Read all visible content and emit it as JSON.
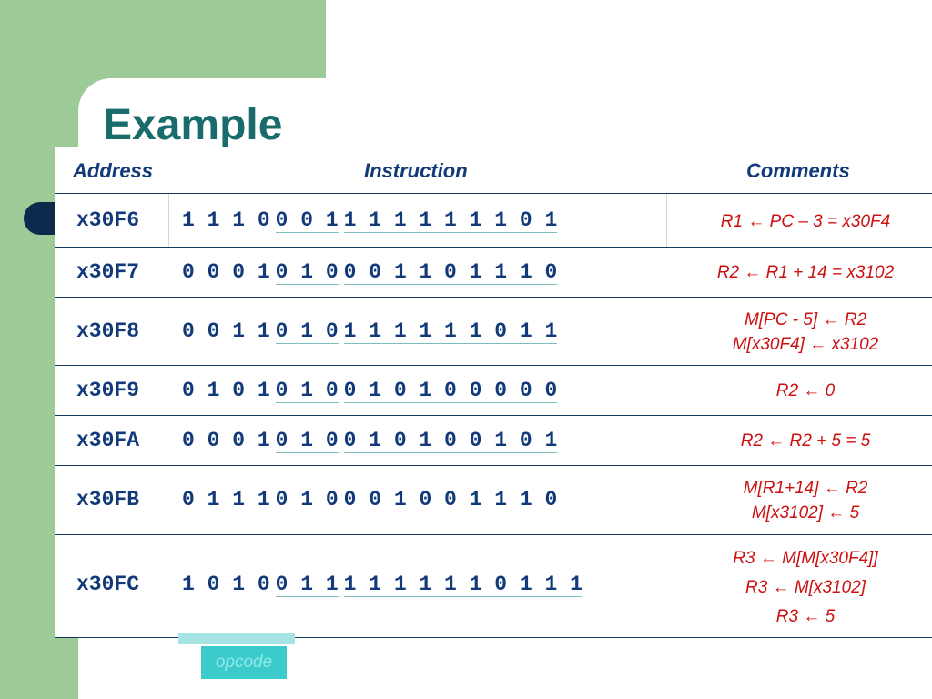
{
  "slide": {
    "title": "Example"
  },
  "table": {
    "headers": {
      "address": "Address",
      "instruction": "Instruction",
      "comments": "Comments"
    },
    "rows": [
      {
        "address": "x30F6",
        "bits": [
          "1 1 1 0",
          "0 0 1",
          "1 1 1 1 1 1 1 0 1"
        ],
        "comments": [
          "R1 ← PC – 3 = x30F4"
        ]
      },
      {
        "address": "x30F7",
        "bits": [
          "0 0 0 1",
          "0 1 0",
          "0 0 1 1 0 1 1 1 0"
        ],
        "comments": [
          "R2 ← R1 + 14 = x3102"
        ]
      },
      {
        "address": "x30F8",
        "bits": [
          "0 0 1 1",
          "0 1 0",
          "1 1 1 1 1 1 0 1 1"
        ],
        "comments": [
          "M[PC - 5] ← R2",
          "M[x30F4] ← x3102"
        ]
      },
      {
        "address": "x30F9",
        "bits": [
          "0 1 0 1",
          "0 1 0",
          "0 1 0 1 0 0 0 0 0"
        ],
        "comments": [
          "R2 ← 0"
        ]
      },
      {
        "address": "x30FA",
        "bits": [
          "0 0 0 1",
          "0 1 0",
          "0 1 0 1 0 0 1 0 1"
        ],
        "comments": [
          "R2 ← R2 + 5 = 5"
        ]
      },
      {
        "address": "x30FB",
        "bits": [
          "0 1 1 1",
          "0 1 0",
          "0 0 1 0 0 1 1 1 0"
        ],
        "comments": [
          "M[R1+14] ← R2",
          "M[x3102] ← 5"
        ]
      },
      {
        "address": "x30FC",
        "bits": [
          "1 0 1 0",
          "0 1 1",
          "1 1 1 1 1 1 0 1 1 1"
        ],
        "comments": [
          "R3 ← M[M[x30F4]]",
          "R3 ← M[x3102]",
          "R3 ← 5"
        ]
      }
    ]
  },
  "legend": {
    "opcode": "opcode"
  },
  "colors": {
    "title": "#1a6b6b",
    "header_text": "#123a7a",
    "comment_text": "#cc1111",
    "background_green": "#9ccb97",
    "opcode_box": "#3ccbcb"
  }
}
